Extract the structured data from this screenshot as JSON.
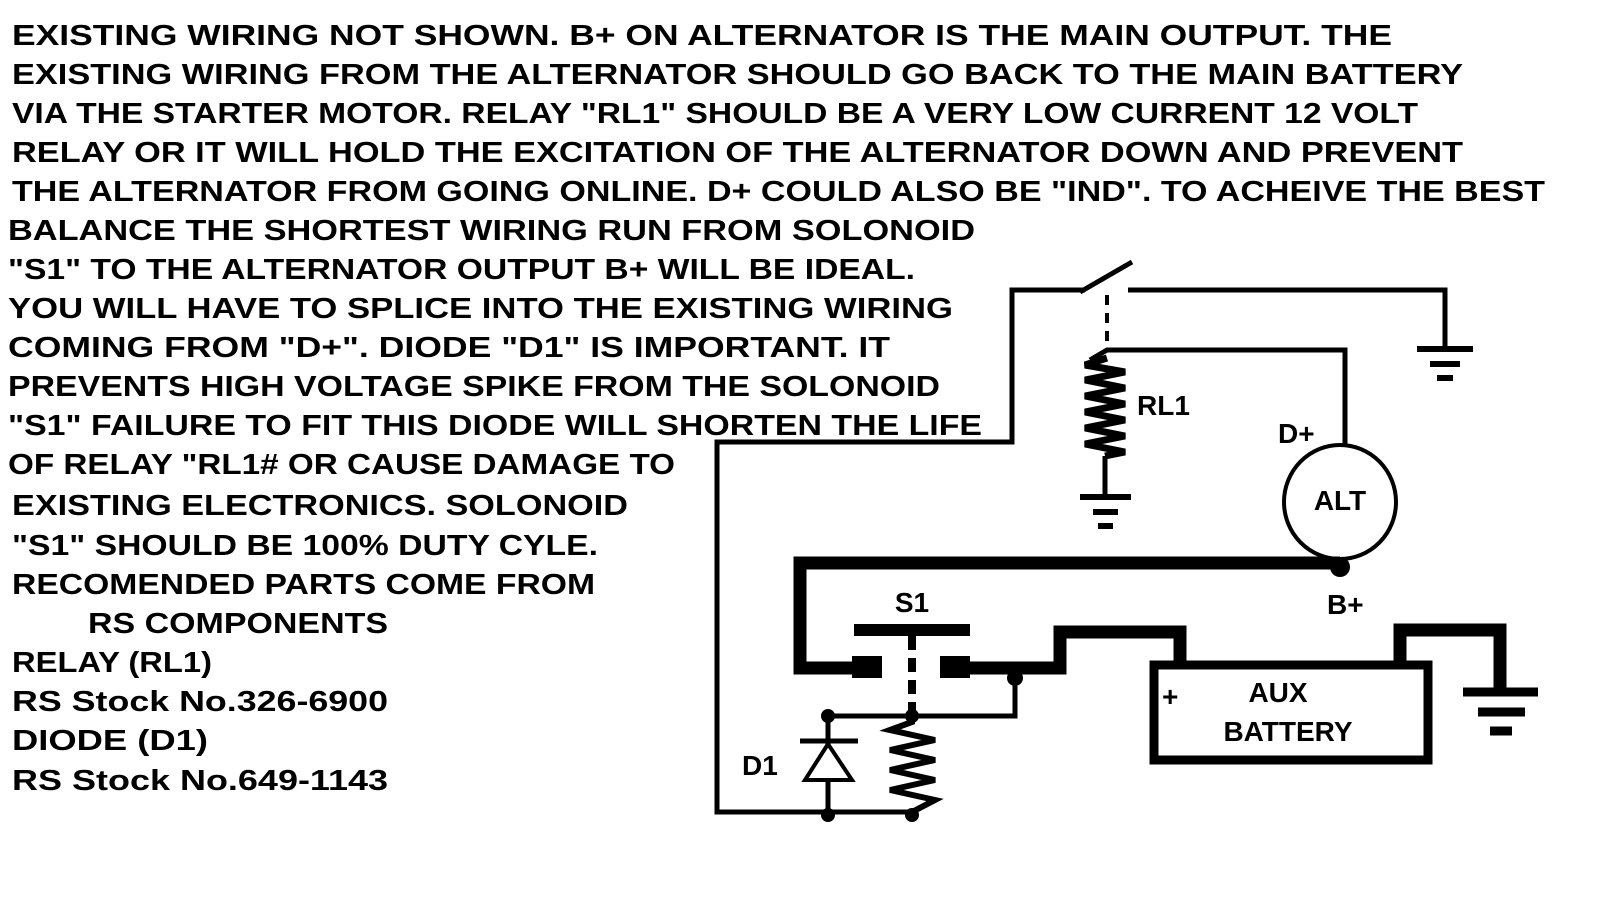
{
  "notes": [
    "EXISTING WIRING NOT SHOWN. B+ ON ALTERNATOR IS THE MAIN OUTPUT. THE",
    "EXISTING WIRING FROM THE ALTERNATOR SHOULD GO BACK TO THE MAIN BATTERY",
    "VIA THE STARTER MOTOR. RELAY \"RL1\" SHOULD BE A VERY LOW CURRENT 12 VOLT",
    "RELAY OR IT WILL HOLD THE EXCITATION OF THE ALTERNATOR DOWN AND PREVENT",
    "THE ALTERNATOR FROM GOING ONLINE. D+ COULD ALSO BE \"IND\". TO ACHEIVE THE BEST",
    "BALANCE THE SHORTEST WIRING RUN FROM SOLONOID",
    "\"S1\" TO THE ALTERNATOR OUTPUT B+ WILL BE IDEAL.",
    "YOU WILL HAVE TO SPLICE INTO THE EXISTING WIRING",
    "COMING FROM \"D+\". DIODE \"D1\" IS IMPORTANT. IT",
    "PREVENTS HIGH VOLTAGE SPIKE FROM THE SOLONOID",
    "\"S1\" FAILURE TO FIT THIS DIODE WILL SHORTEN THE LIFE",
    "OF RELAY \"RL1# OR CAUSE DAMAGE TO",
    "EXISTING ELECTRONICS. SOLONOID",
    "\"S1\" SHOULD BE 100% DUTY CYLE.",
    "RECOMENDED PARTS COME FROM",
    "RS COMPONENTS",
    "RELAY (RL1)",
    "RS Stock No.326-6900",
    "DIODE (D1)",
    "RS Stock No.649-1143"
  ],
  "labels": {
    "rl1": "RL1",
    "d_plus": "D+",
    "alt": "ALT",
    "b_plus": "B+",
    "s1": "S1",
    "d1": "D1",
    "plus": "+",
    "aux": "AUX",
    "battery": "BATTERY"
  }
}
